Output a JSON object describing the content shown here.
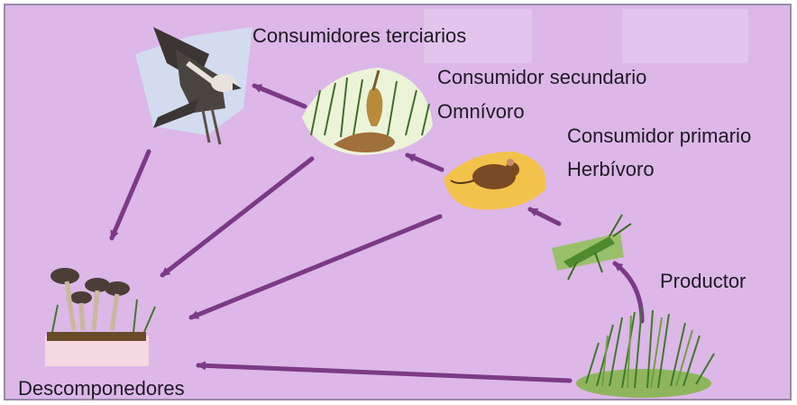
{
  "labels": {
    "tertiary": "Consumidores terciarios",
    "secondary_1": "Consumidor secundario",
    "secondary_2": "Omnívoro",
    "primary_1": "Consumidor primario",
    "primary_2": "Herbívoro",
    "producer": "Productor",
    "decomposers": "Descomponedores"
  },
  "colors": {
    "background": "#dcb7e8",
    "arrow": "#7b3a86",
    "text": "#1e1a24"
  },
  "icons": [
    "eagle-icon",
    "snake-icon",
    "mouse-icon",
    "grasshopper-icon",
    "grass-icon",
    "mushrooms-icon"
  ]
}
